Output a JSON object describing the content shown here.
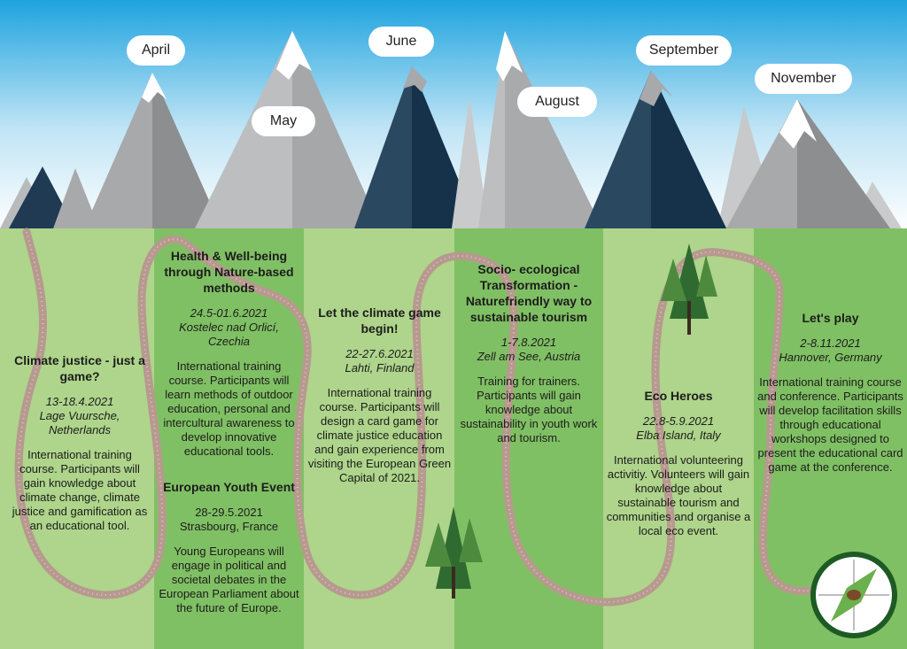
{
  "months": [
    "April",
    "May",
    "June",
    "August",
    "September",
    "November"
  ],
  "events": {
    "climate_justice": {
      "title": "Climate justice - just a game?",
      "dates": "13-18.4.2021",
      "place": "Lage Vuursche, Netherlands",
      "desc": "International training course. Participants will gain  knowledge about climate change, climate justice and gamification as an educational tool."
    },
    "health": {
      "title": "Health & Well-being through Nature-based methods",
      "dates": "24.5-01.6.2021",
      "place": "Kostelec nad Orlicí, Czechia",
      "desc": "International training course. Participants will learn methods of outdoor education, personal and intercultural awareness to develop innovative educational  tools."
    },
    "youth_event": {
      "title": "European Youth Event",
      "dates": "28-29.5.2021",
      "place": "Strasbourg, France",
      "desc": "Young Europeans will engage in political and societal debates in the European Parliament about the future of Europe."
    },
    "climate_game": {
      "title": "Let the climate  game begin!",
      "dates": "22-27.6.2021",
      "place": "Lahti, Finland",
      "desc": "International training course. Participants will design a card game for climate justice education and gain experience from visiting the European Green Capital of 2021."
    },
    "socio": {
      "title": "Socio- ecological Transformation - Naturefriendly way to sustainable tourism",
      "dates": "1-7.8.2021",
      "place": "Zell am See, Austria",
      "desc": "Training for trainers. Participants will gain knowledge about sustainability in youth work and tourism."
    },
    "eco": {
      "title": "Eco Heroes",
      "dates": "22.8-5.9.2021",
      "place": "Elba Island, Italy",
      "desc": "International volunteering activitiy. Volunteers will gain knowledge about sustainable tourism and communities and organise a local eco event."
    },
    "play": {
      "title": "Let's play",
      "dates": "2-8.11.2021",
      "place": "Hannover, Germany",
      "desc": "International training course and conference. Participants will develop facilitation skills through educational workshops designed to present the educational card game at the conference."
    }
  },
  "colors": {
    "sky_top": "#29a7e0",
    "sky_bottom": "#ffffff",
    "green_light": "#aed58b",
    "green_dark": "#80c064",
    "path": "#b7998f",
    "mountain_grey": "#a7a9ab",
    "mountain_dark": "#1f3a52"
  },
  "icons": [
    "tree-icon",
    "compass-icon"
  ]
}
